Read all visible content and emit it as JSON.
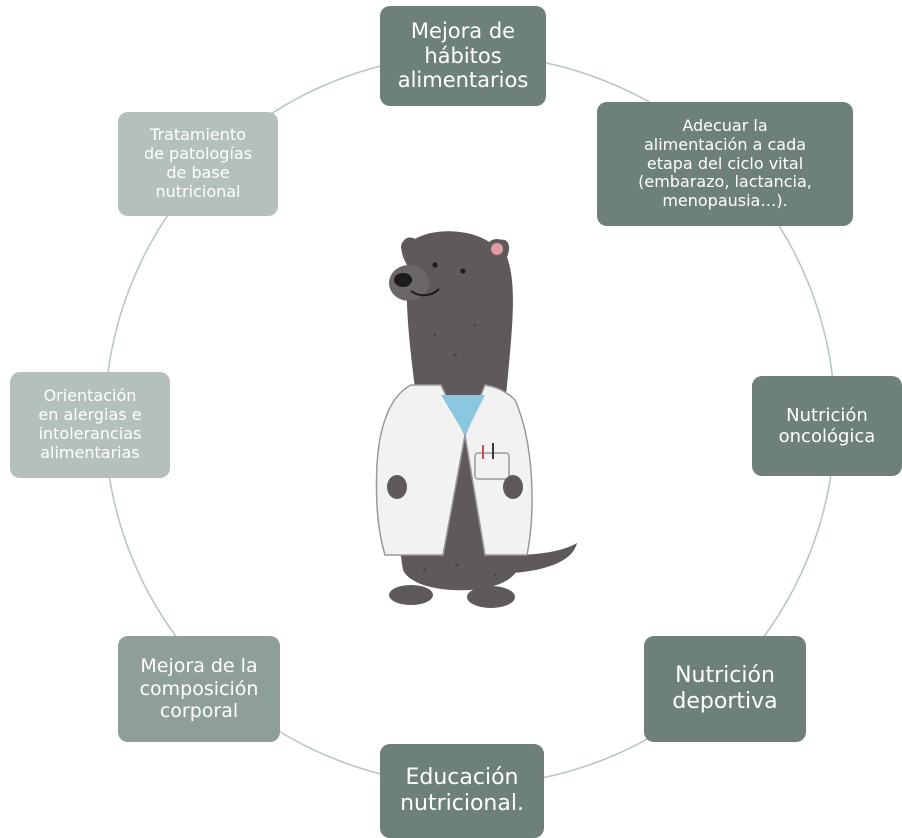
{
  "diagram": {
    "center_image": "otter-in-lab-coat",
    "ring_color": "#b9c7c3",
    "nodes": [
      {
        "id": "mejora-habitos",
        "text": "Mejora de\nhábitos\nalimentarios",
        "color": "#6e807c"
      },
      {
        "id": "adecuar-alimentacion",
        "text": "Adecuar la\nalimentación a cada\netapa del ciclo vital\n(embarazo, lactancia,\nmenopausia…).",
        "color": "#6e807c"
      },
      {
        "id": "nutricion-oncologica",
        "text": "Nutrición\noncológica",
        "color": "#6e807c"
      },
      {
        "id": "nutricion-deportiva",
        "text": "Nutrición\ndeportiva",
        "color": "#6e807c"
      },
      {
        "id": "educacion-nutricional",
        "text": "Educación\nnutricional.",
        "color": "#6e807c"
      },
      {
        "id": "mejora-composicion",
        "text": "Mejora de la\ncomposición\ncorporal",
        "color": "#8e9f9b"
      },
      {
        "id": "orientacion-alergias",
        "text": "Orientación\nen alergias e\nintolerancias\nalimentarias",
        "color": "#b3c0bd"
      },
      {
        "id": "tratamiento-patologias",
        "text": "Tratamiento\nde patologías\nde base\nnutricional",
        "color": "#b3c0bd"
      }
    ]
  }
}
